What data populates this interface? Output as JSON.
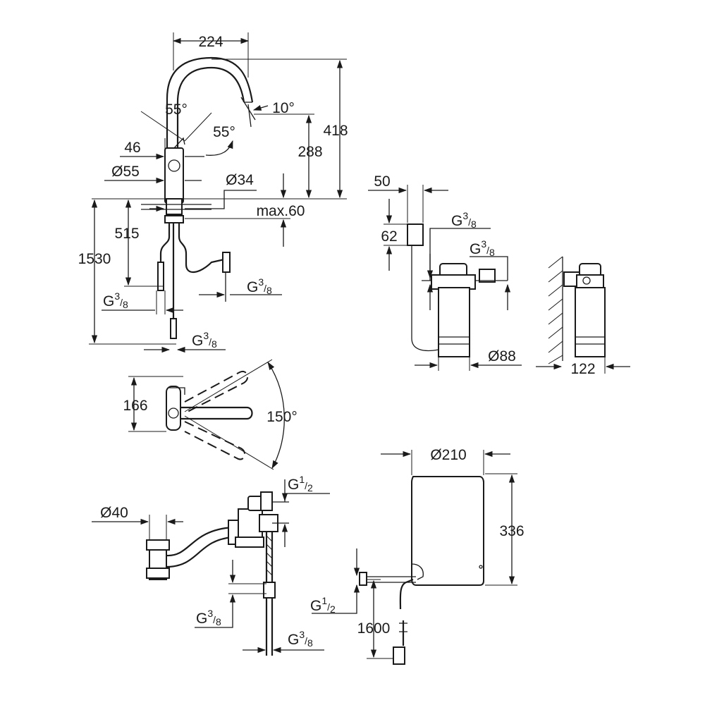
{
  "faucet": {
    "width": "224",
    "height_total": "418",
    "height_spout": "288",
    "spout_angle": "10°",
    "lever_angle_up": "55°",
    "lever_angle_down": "55°",
    "lever_offset": "46",
    "body_diameter": "Ø55",
    "hole_diameter": "Ø34",
    "deck_thickness": "max.60",
    "hose_length": "1530",
    "hose_length_lower": "515",
    "connection_a_base": "G",
    "connection_a_sup": "3",
    "connection_a_sub": "8",
    "connection_b_base": "G",
    "connection_b_sup": "3",
    "connection_b_sub": "8",
    "connection_c_base": "G",
    "connection_c_sup": "3",
    "connection_c_sub": "8"
  },
  "filter": {
    "head_width": "50",
    "head_height": "62",
    "thread_upper_base": "G",
    "thread_upper_sup": "3",
    "thread_upper_sub": "8",
    "thread_lower_base": "G",
    "thread_lower_sup": "3",
    "thread_lower_sub": "8",
    "diameter": "Ø88",
    "wall_distance": "122"
  },
  "top_view": {
    "depth": "166",
    "swivel_angle": "150°"
  },
  "valve": {
    "drain_diameter": "Ø40",
    "thread_top_base": "G",
    "thread_top_sup": "1",
    "thread_top_sub": "2",
    "thread_mid_base": "G",
    "thread_mid_sup": "3",
    "thread_mid_sub": "8",
    "thread_bottom_base": "G",
    "thread_bottom_sup": "3",
    "thread_bottom_sub": "8"
  },
  "boiler": {
    "diameter": "Ø210",
    "height": "336",
    "thread_base": "G",
    "thread_sup": "1",
    "thread_sub": "2",
    "cable_length": "1600"
  }
}
